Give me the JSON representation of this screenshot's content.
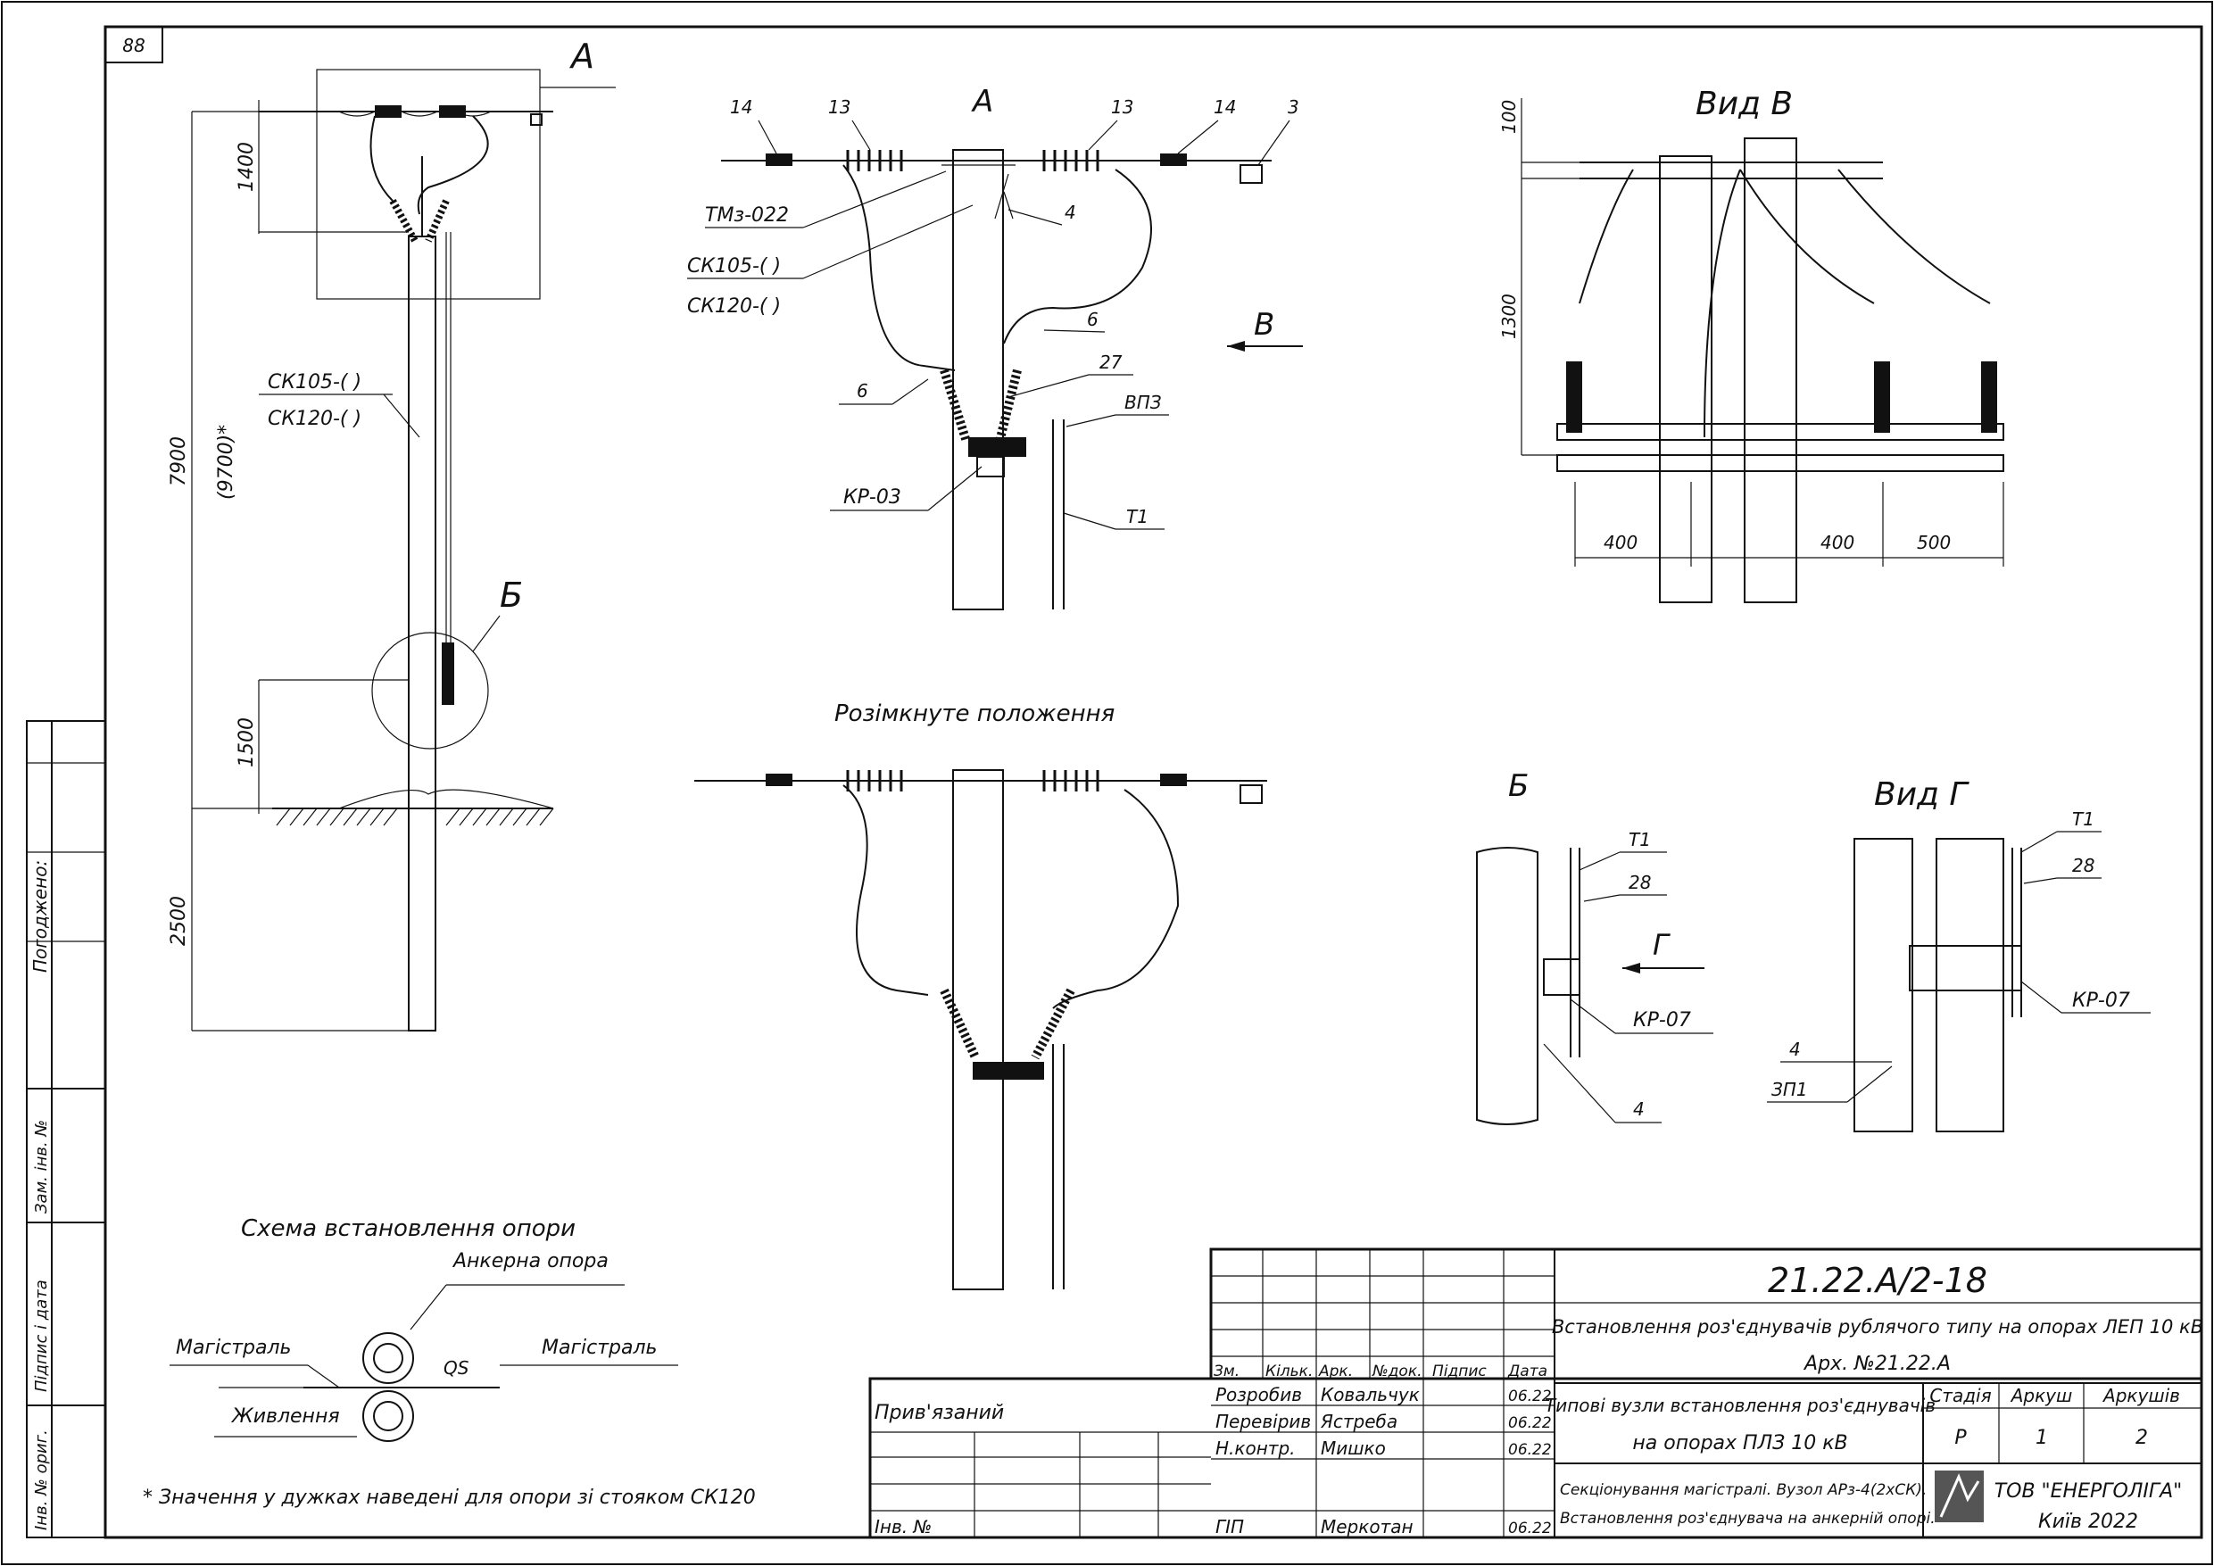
{
  "sheet_corner_number": "88",
  "left_strip": {
    "agreed": "Погоджено:",
    "replaced_inv": "Зам. інв. №",
    "sign_date": "Підпис і дата",
    "orig_inv": "Інв. № ориг."
  },
  "main_view": {
    "callout_a": "А",
    "callout_b": "Б",
    "dim_1400": "1400",
    "dim_7900": "7900",
    "dim_9700": "(9700)*",
    "dim_1500": "1500",
    "dim_2500": "2500",
    "pole_label_1": "СК105-(   )",
    "pole_label_2": "СК120-(   )"
  },
  "detail_a": {
    "title": "А",
    "l14a": "14",
    "l13a": "13",
    "l13b": "13",
    "l14b": "14",
    "l3": "3",
    "tmz": "ТМз-022",
    "sk105": "СК105-(   )",
    "sk120": "СК120-(   )",
    "l4": "4",
    "l6a": "6",
    "l6b": "6",
    "l27": "27",
    "vpz": "ВПЗ",
    "kr03": "КР-03",
    "t1": "Т1",
    "view_b_arrow": "В"
  },
  "open_position": {
    "title": "Розімкнуте положення"
  },
  "view_v": {
    "title": "Вид В",
    "dim_100": "100",
    "dim_1300": "1300",
    "dim_400a": "400",
    "dim_400b": "400",
    "dim_500": "500"
  },
  "detail_b": {
    "title": "Б",
    "t1": "Т1",
    "l28": "28",
    "view_g_arrow": "Г",
    "kr07": "КР-07",
    "l4": "4"
  },
  "view_g": {
    "title": "Вид Г",
    "t1": "Т1",
    "l28": "28",
    "kr07": "КР-07",
    "l4": "4",
    "zp1": "ЗП1"
  },
  "scheme": {
    "title": "Схема встановлення опори",
    "anchor": "Анкерна опора",
    "main_left": "Магістраль",
    "main_right": "Магістраль",
    "qs": "QS",
    "supply": "Живлення"
  },
  "footnote": "* Значення у дужках наведені для опори зі стояком СК120",
  "title_block": {
    "code": "21.22.А/2-18",
    "title_line": "Встановлення роз'єднувачів рублячого типу на опорах ЛЕП 10 кВ",
    "archive": "Арх. №21.22.А",
    "subtitle_1": "Типові вузли встановлення роз'єднувачів",
    "subtitle_2": "на опорах ПЛЗ 10 кВ",
    "sheet_desc_1": "Секціонування магістралі. Вузол АРз-4(2хСК).",
    "sheet_desc_2": "Встановлення роз'єднувача на анкерній опорі.",
    "hdr_stage": "Стадія",
    "hdr_sheet": "Аркуш",
    "hdr_sheets": "Аркушів",
    "stage": "Р",
    "sheet": "1",
    "sheets": "2",
    "company": "ТОВ \"ЕНЕРГОЛІГА\"",
    "city": "Київ 2022",
    "bound": "Прив'язаний",
    "inv_no": "Інв. №",
    "col_headers": [
      "Зм.",
      "Кільк.",
      "Арк.",
      "№док.",
      "Підпис",
      "Дата"
    ],
    "rows": [
      {
        "role": "Розробив",
        "name": "Ковальчук",
        "date": "06.22"
      },
      {
        "role": "Перевірив",
        "name": "Ястреба",
        "date": "06.22"
      },
      {
        "role": "Н.контр.",
        "name": "Мишко",
        "date": "06.22"
      },
      {
        "role": "ГІП",
        "name": "Меркотан",
        "date": "06.22"
      }
    ]
  }
}
